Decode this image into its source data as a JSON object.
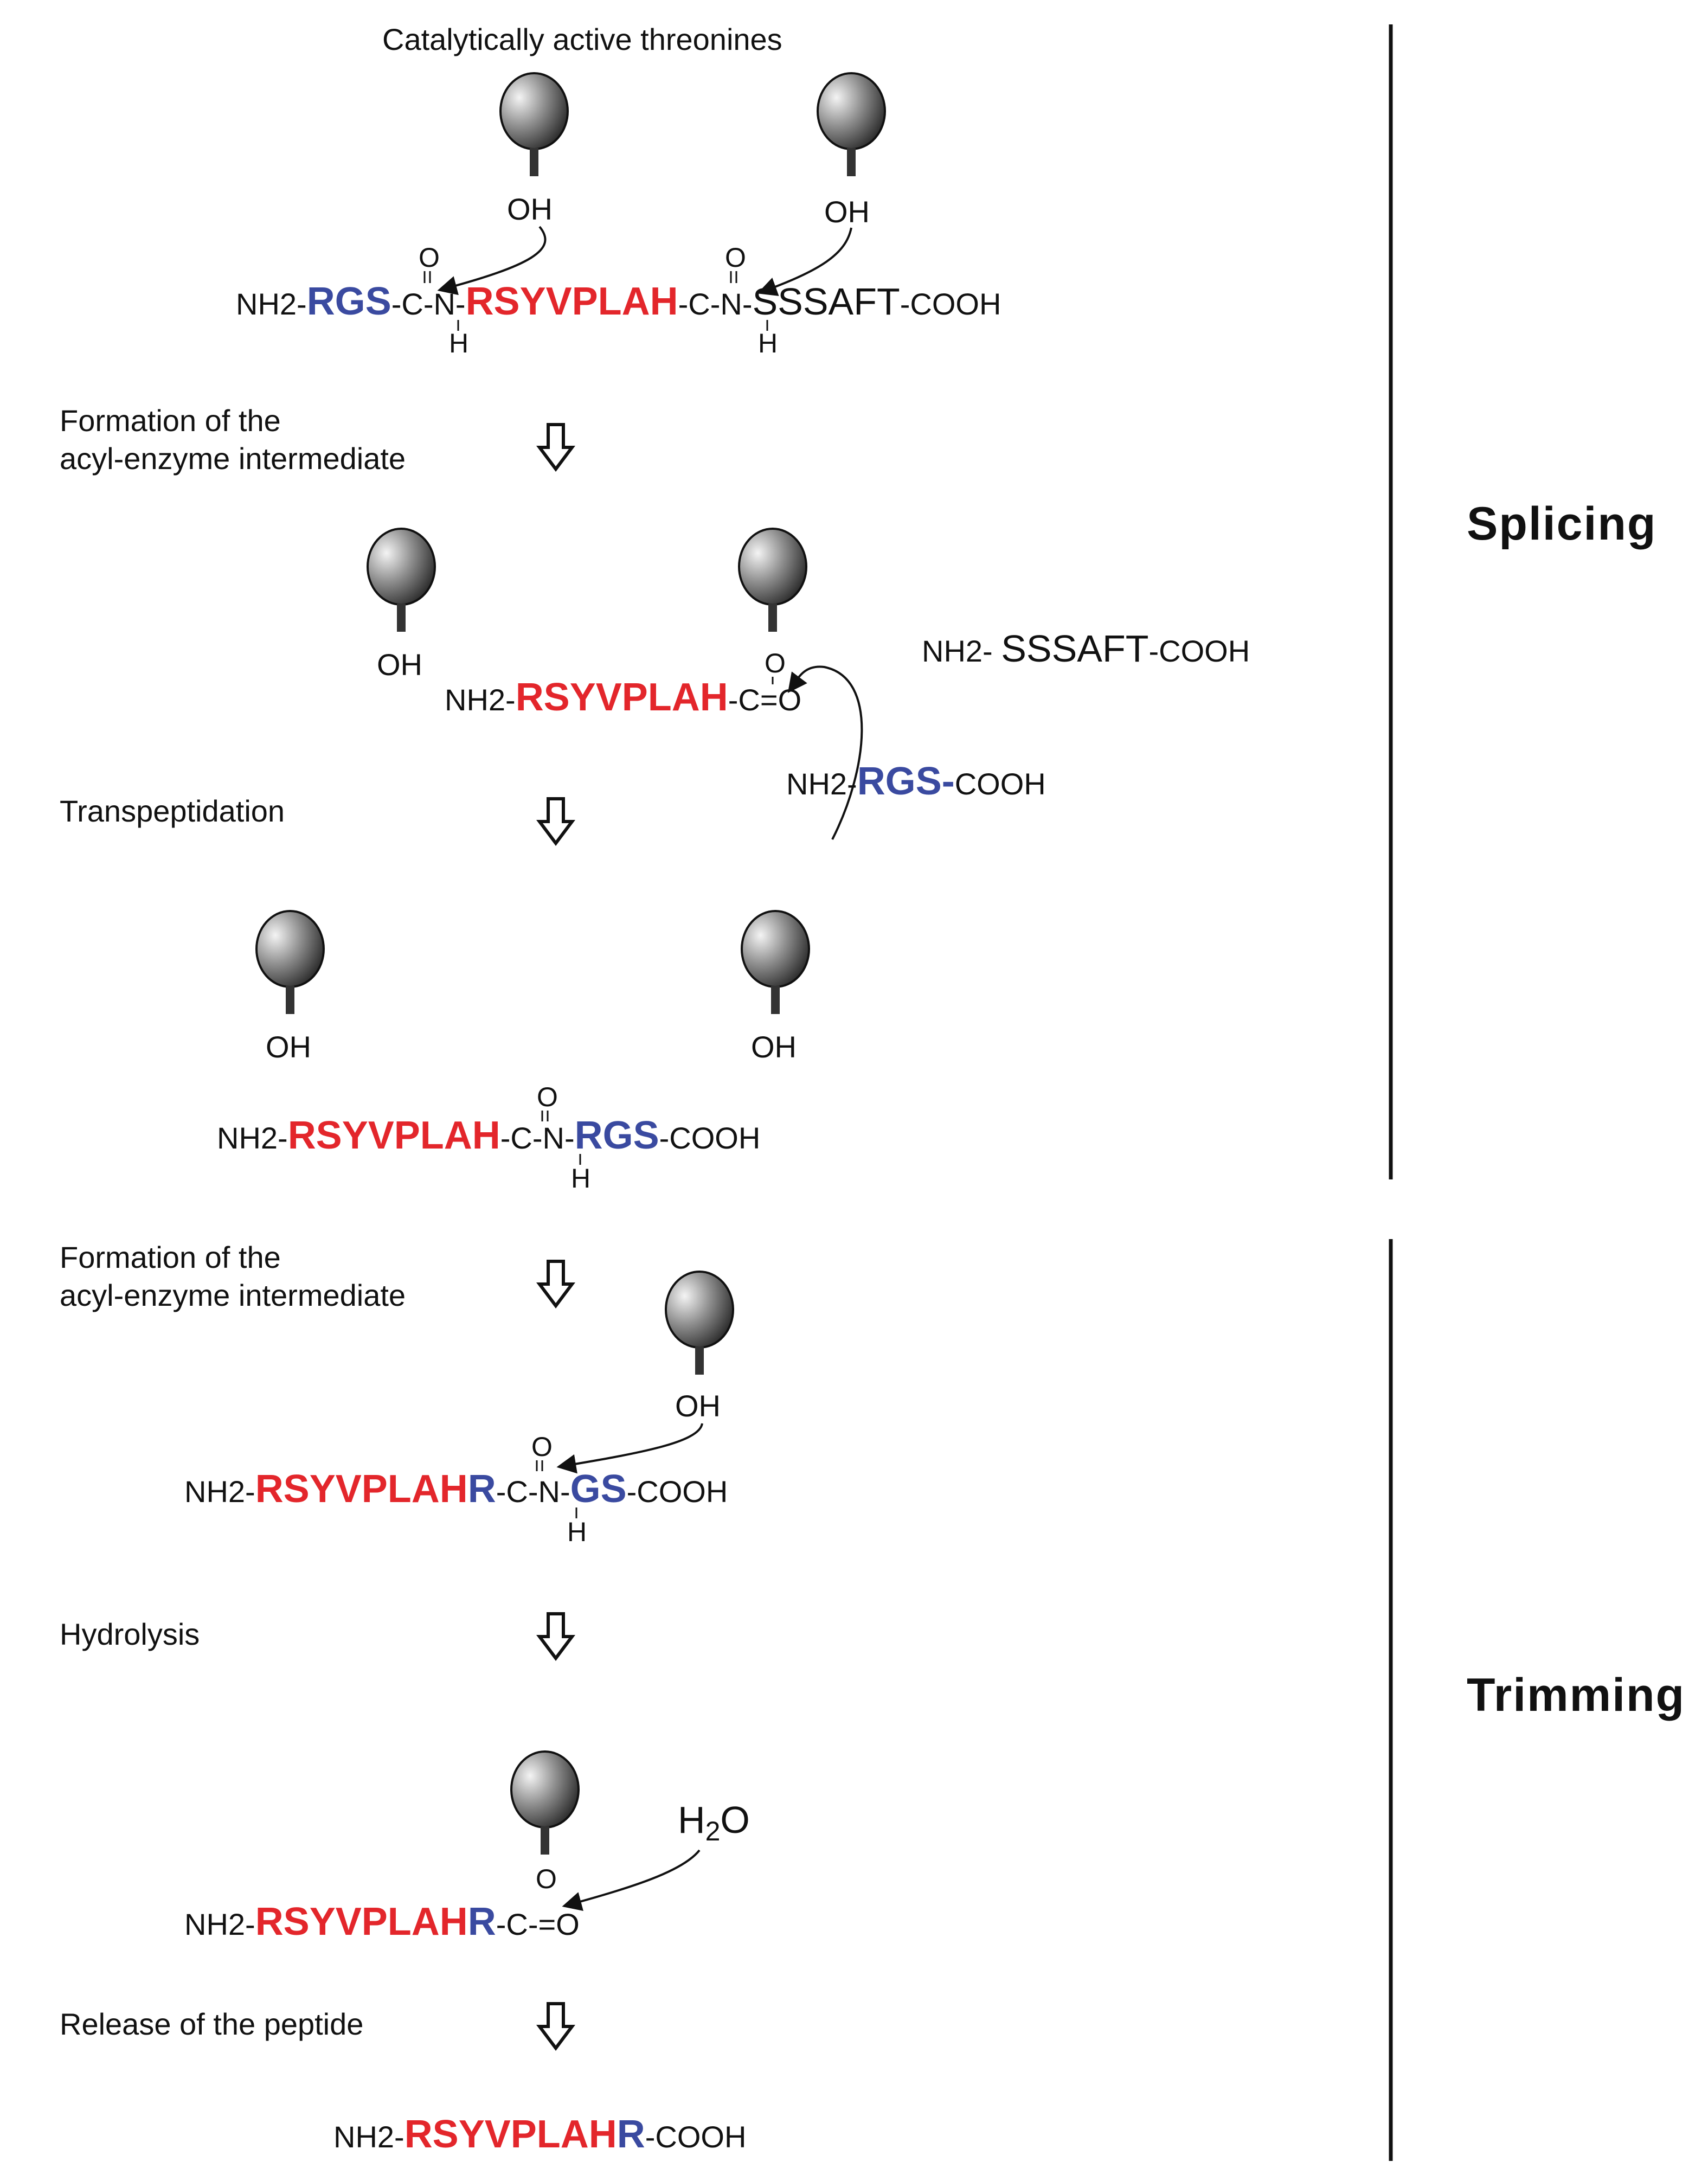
{
  "header": {
    "title": "Catalytically active threonines"
  },
  "sections": {
    "splicing": "Splicing",
    "trimming": "Trimming"
  },
  "steps": {
    "acyl1_line1": "Formation of the",
    "acyl1_line2": "acyl-enzyme intermediate",
    "transpeptidation": "Transpeptidation",
    "acyl2_line1": "Formation of the",
    "acyl2_line2": "acyl-enzyme intermediate",
    "hydrolysis": "Hydrolysis",
    "release": "Release of the peptide"
  },
  "chem": {
    "nh2": "NH2-",
    "nh2_sp": "NH2- ",
    "cooh": "-COOH",
    "cooh_plain": "COOH",
    "oh": "OH",
    "o": "O",
    "h": "H",
    "dash": "-",
    "c_dash": "C-",
    "c_dash2": "-C-",
    "n_dash": "N-",
    "c_eq_o": "C=O",
    "c": "C",
    "eq_o": "=O",
    "h2o_h": "H",
    "h2o_2": "2",
    "h2o_o": "O"
  },
  "peptides": {
    "rgs": "RGS",
    "rgs_dash": "RGS-",
    "rsyvplah": "RSYVPLAH",
    "sssaft": "SSSAFT",
    "rsyvplah_r_red": "RSYVPLAH",
    "r_blue": "R",
    "gs": "GS"
  },
  "colors": {
    "red": "#e3262b",
    "blue": "#3a4aa0",
    "black": "#111111"
  },
  "icons": {
    "threonine": "gradient-sphere-on-stalk",
    "step_arrow": "hollow-down-arrow"
  }
}
